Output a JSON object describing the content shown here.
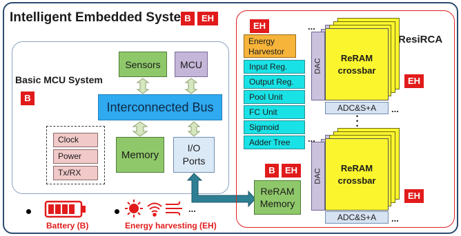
{
  "system": {
    "title": "Intelligent Embedded System",
    "badge_b": "B",
    "badge_eh": "EH"
  },
  "mcu": {
    "title": "Basic MCU System",
    "badge": "B",
    "sensors": "Sensors",
    "mcu": "MCU",
    "bus": "Interconnected Bus",
    "memory": "Memory",
    "io_line1": "I/O",
    "io_line2": "Ports",
    "items": [
      "Clock",
      "Power",
      "Tx/RX"
    ]
  },
  "resirca": {
    "title": "ResiRCA",
    "badge_eh": "EH",
    "energy_line1": "Energy",
    "energy_line2": "Harvestor",
    "units": [
      "Input Reg.",
      "Output Reg.",
      "Pool Unit",
      "FC Unit",
      "Sigmoid",
      "Adder Tree"
    ],
    "crossbar_line1": "ReRAM",
    "crossbar_line2": "crossbar",
    "dac": "DAC",
    "adc": "ADC&S+A",
    "eh_top": "EH",
    "eh_bottom": "EH",
    "reram_mem_line1": "ReRAM",
    "reram_mem_line2": "Memory",
    "reram_mem_badge_b": "B",
    "reram_mem_badge_eh": "EH",
    "ellipsis": "...",
    "vdots": "•••"
  },
  "legend": {
    "battery": "Battery (B)",
    "energy_harvesting": "Energy harvesting (EH)",
    "ellipsis": "..."
  },
  "colors": {
    "red": "#e11b1b",
    "green": "#8fc86a",
    "bus": "#2fa9f0",
    "cyan": "#19e2e6",
    "yellow": "#fbf52e",
    "orange": "#f7b43a",
    "teal_arrow": "#2e7f94"
  }
}
